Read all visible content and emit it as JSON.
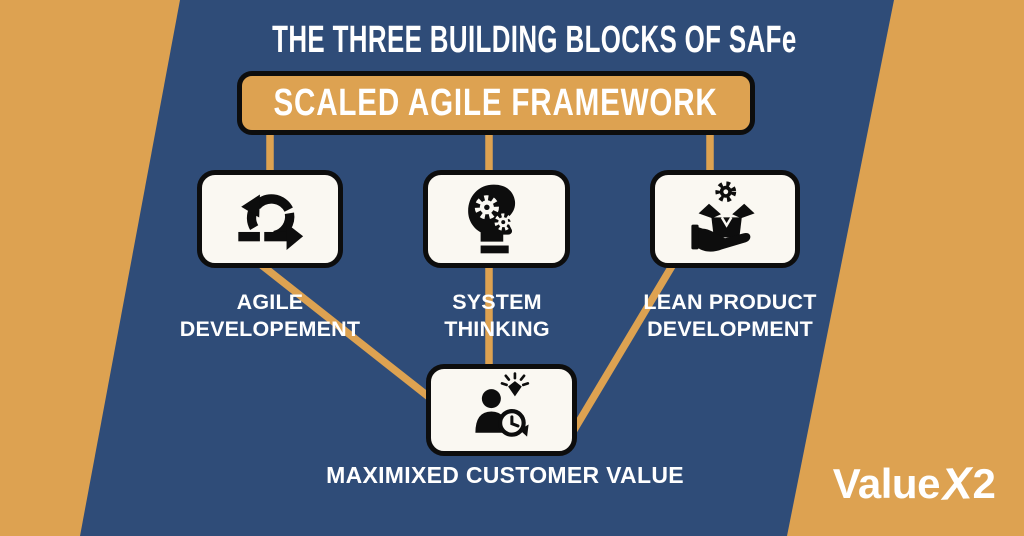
{
  "header": {
    "title": "THE THREE BUILDING BLOCKS OF SAFe",
    "banner_label": "SCALED AGILE FRAMEWORK"
  },
  "blocks": [
    {
      "label": "AGILE\nDEVELOPEMENT",
      "icon": "agile-iteration-icon"
    },
    {
      "label": "SYSTEM\nTHINKING",
      "icon": "head-gears-icon"
    },
    {
      "label": "LEAN PRODUCT\nDEVELOPMENT",
      "icon": "hand-product-box-icon"
    }
  ],
  "outcome": {
    "label": "MAXIMIXED CUSTOMER VALUE",
    "icon": "customer-value-clock-icon"
  },
  "logo": {
    "prefix": "Value",
    "x": "X",
    "suffix": "2"
  },
  "colors": {
    "background_orange": "#DDA251",
    "panel_blue": "#2F4C78",
    "card_ivory": "#FAF8F2",
    "outline_black": "#0d0d0d",
    "text_white": "#FFFFFF"
  }
}
